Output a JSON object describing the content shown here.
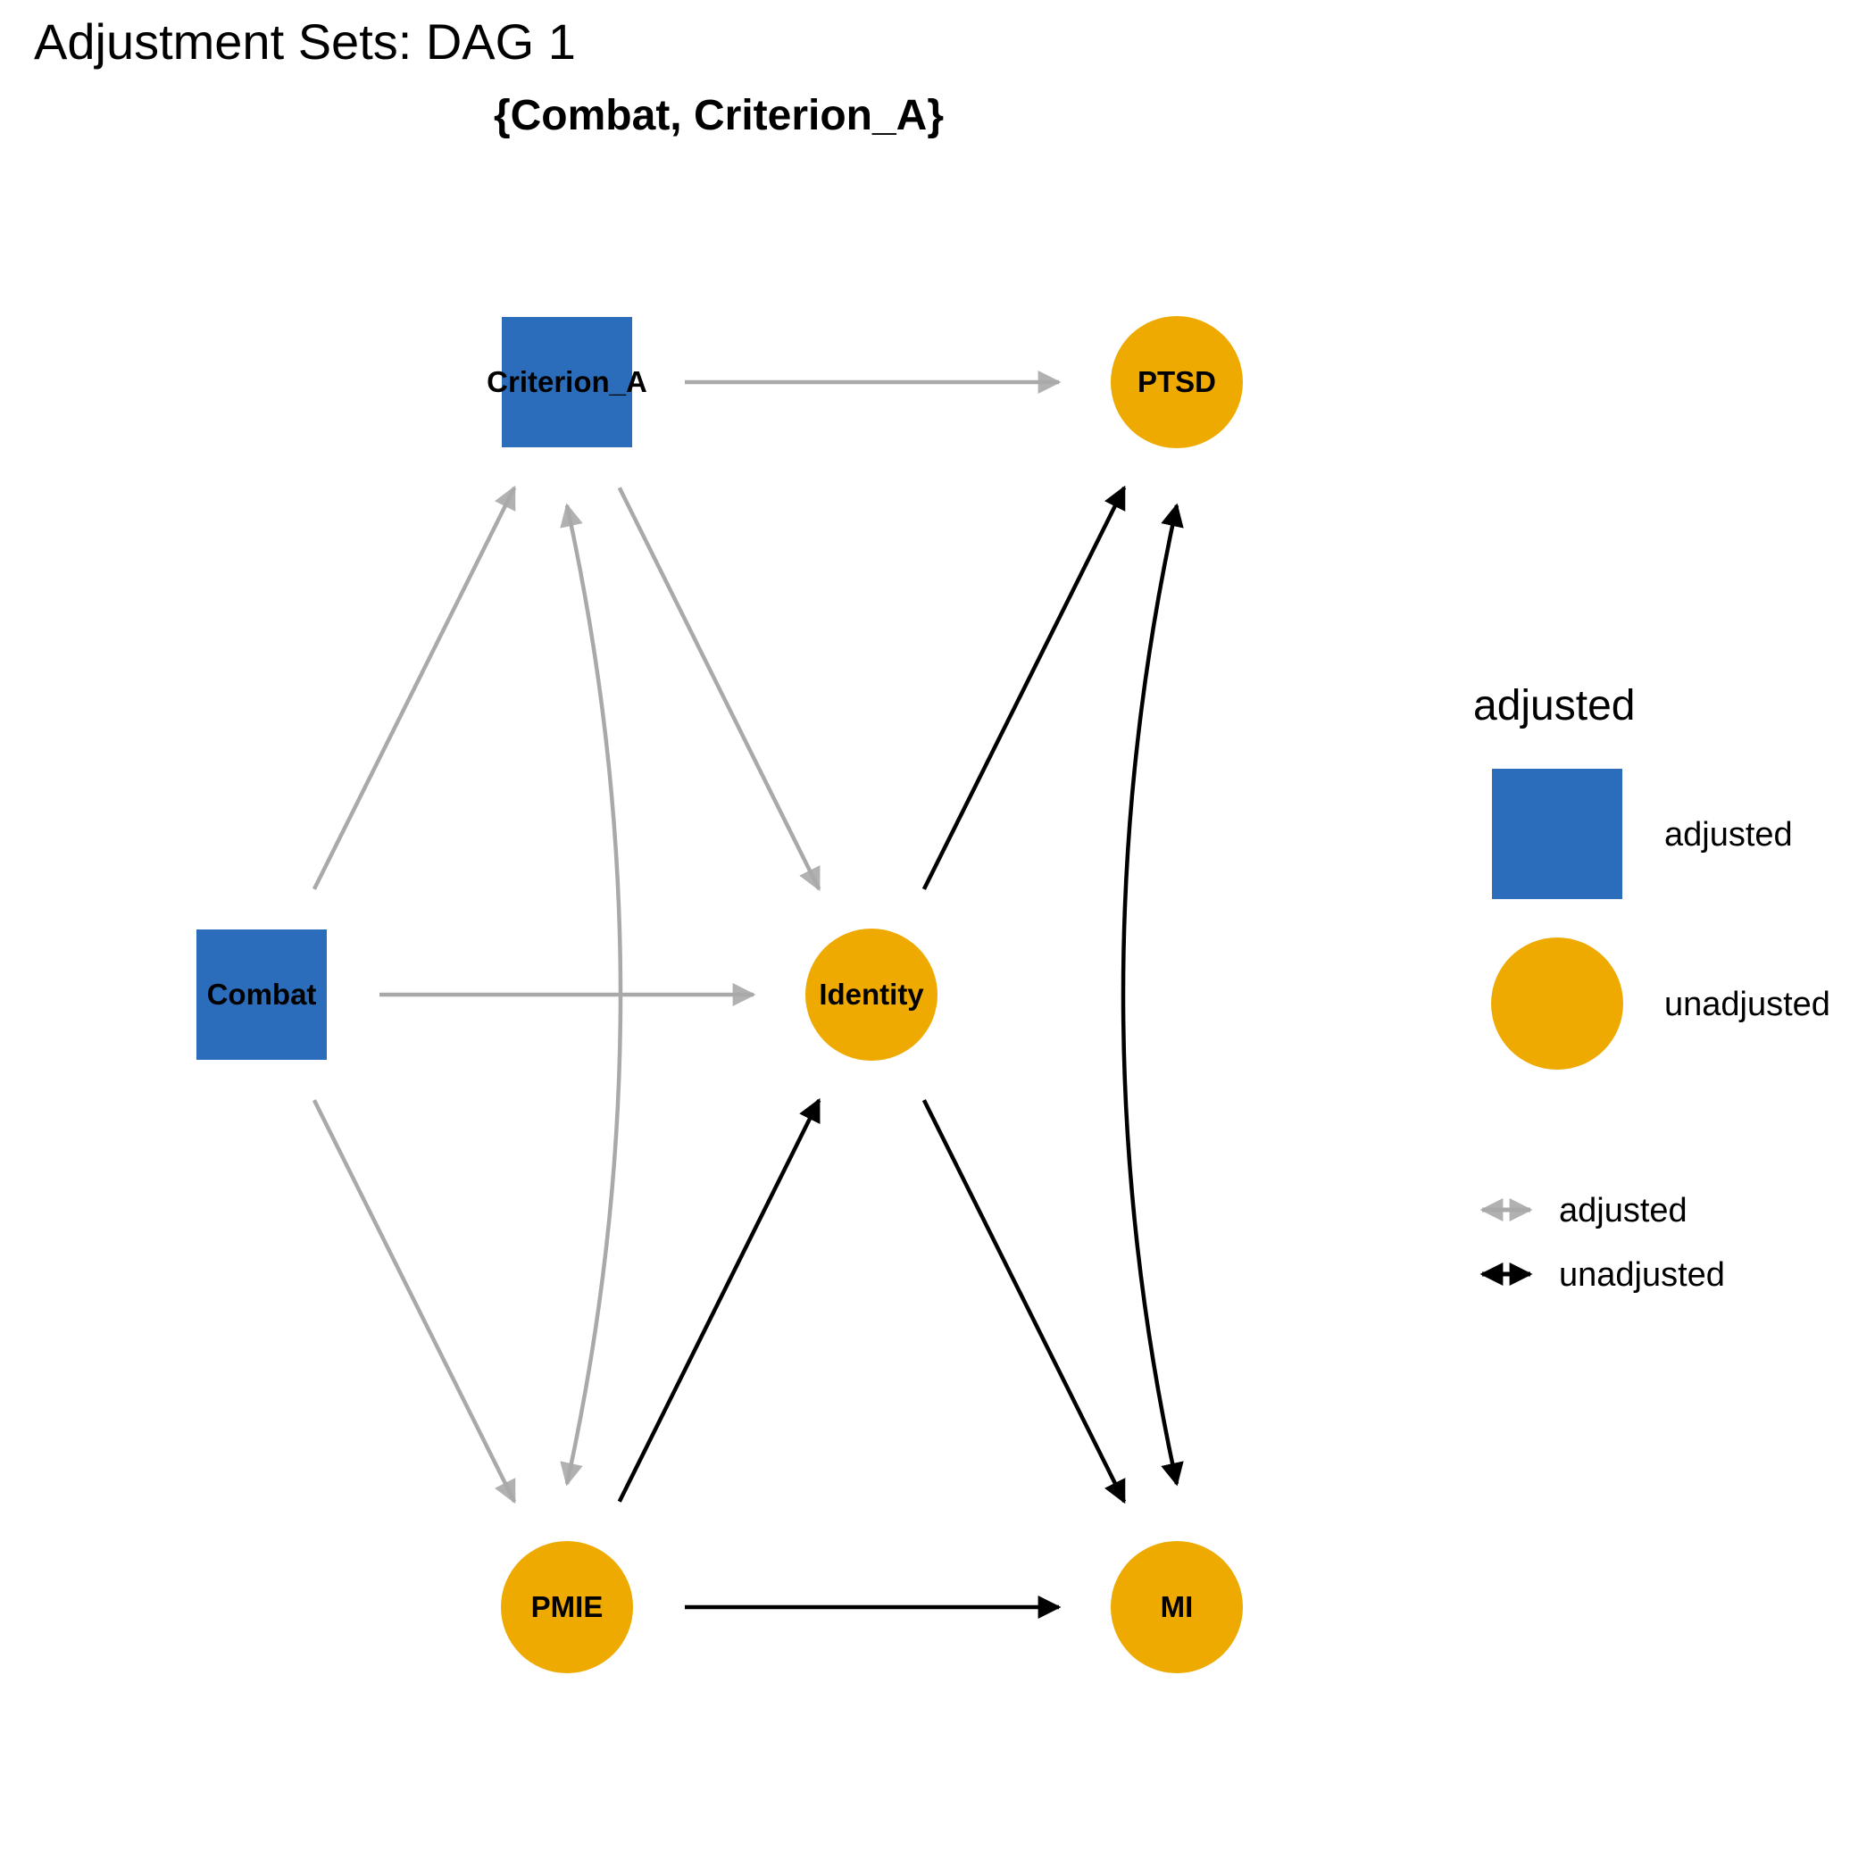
{
  "title": "Adjustment Sets: DAG 1",
  "subtitle": "{Combat, Criterion_A}",
  "colors": {
    "adjusted_node": "#2B6DBA",
    "unadjusted_node": "#EEAA00",
    "adjusted_edge": "#a9a9a9",
    "unadjusted_edge": "#000000"
  },
  "nodes": [
    {
      "id": "Criterion_A",
      "label": "Criterion_A",
      "status": "adjusted"
    },
    {
      "id": "PTSD",
      "label": "PTSD",
      "status": "unadjusted"
    },
    {
      "id": "Combat",
      "label": "Combat",
      "status": "adjusted"
    },
    {
      "id": "Identity",
      "label": "Identity",
      "status": "unadjusted"
    },
    {
      "id": "PMIE",
      "label": "PMIE",
      "status": "unadjusted"
    },
    {
      "id": "MI",
      "label": "MI",
      "status": "unadjusted"
    }
  ],
  "edges": [
    {
      "from": "Criterion_A",
      "to": "PTSD",
      "status": "adjusted"
    },
    {
      "from": "Combat",
      "to": "Criterion_A",
      "status": "adjusted"
    },
    {
      "from": "Combat",
      "to": "Identity",
      "status": "adjusted"
    },
    {
      "from": "Combat",
      "to": "PMIE",
      "status": "adjusted"
    },
    {
      "from": "Criterion_A",
      "to": "Identity",
      "status": "adjusted"
    },
    {
      "from": "Criterion_A",
      "to": "PMIE",
      "status": "adjusted",
      "bidirected": true
    },
    {
      "from": "Identity",
      "to": "PTSD",
      "status": "unadjusted"
    },
    {
      "from": "Identity",
      "to": "MI",
      "status": "unadjusted"
    },
    {
      "from": "PMIE",
      "to": "Identity",
      "status": "unadjusted"
    },
    {
      "from": "PMIE",
      "to": "MI",
      "status": "unadjusted"
    },
    {
      "from": "PTSD",
      "to": "MI",
      "status": "unadjusted",
      "bidirected": true
    }
  ],
  "legend": {
    "node_title": "adjusted",
    "node_items": [
      {
        "label": "adjusted",
        "status": "adjusted",
        "shape": "square"
      },
      {
        "label": "unadjusted",
        "status": "unadjusted",
        "shape": "circle"
      }
    ],
    "edge_items": [
      {
        "label": "adjusted",
        "status": "adjusted",
        "icon": "double-arrow-icon"
      },
      {
        "label": "unadjusted",
        "status": "unadjusted",
        "icon": "double-arrow-icon"
      }
    ]
  }
}
